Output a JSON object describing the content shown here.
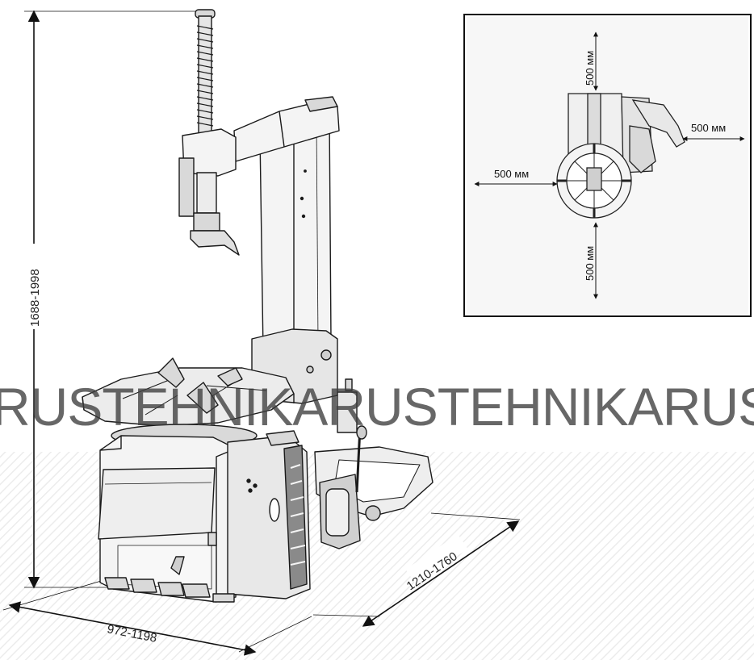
{
  "dimensions": {
    "height": "1688-1998",
    "width": "972-1198",
    "depth": "1210-1760"
  },
  "clearance": {
    "top": "500 мм",
    "right": "500 мм",
    "left": "500 мм",
    "bottom": "500 мм"
  },
  "watermark": [
    "RUSTEHNIKA",
    "RUSTEHNIKA",
    "RUSTEHNIKA"
  ],
  "colors": {
    "line": "#1a1a1a",
    "fill_light": "#f4f4f4",
    "fill_mid": "#d9d9d9",
    "fill_dark": "#8a8a8a"
  }
}
